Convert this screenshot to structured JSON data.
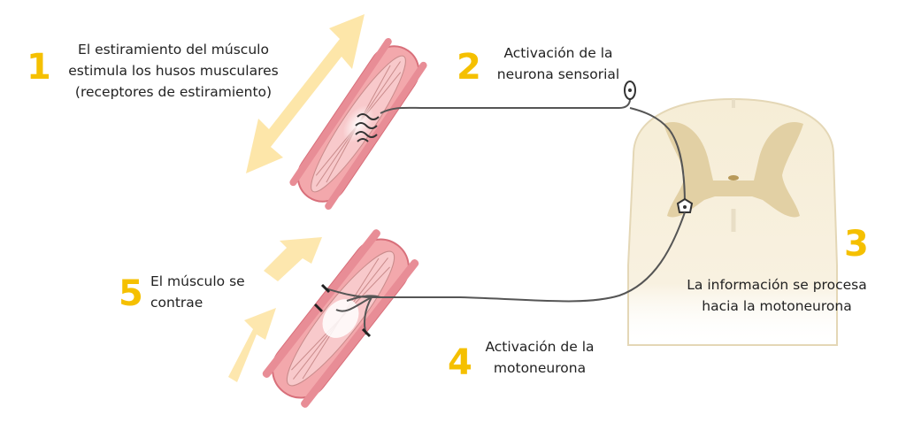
{
  "colors": {
    "accent": "#F5C000",
    "arrow": "#FDE3A0",
    "muscle": "#F3A8AC",
    "muscle_dark": "#D86F7A",
    "spinal_cord": "#F6EDD6",
    "grey_matter": "#E2D0A4",
    "nerve": "#555555"
  },
  "steps": [
    {
      "number": "1",
      "lines": [
        "El estiramiento del músculo",
        "estimula los husos musculares",
        "(receptores de estiramiento)"
      ]
    },
    {
      "number": "2",
      "lines": [
        "Activación de la",
        "neurona sensorial"
      ]
    },
    {
      "number": "3",
      "lines": [
        "La información se procesa",
        "hacia la motoneurona"
      ]
    },
    {
      "number": "4",
      "lines": [
        "Activación de la",
        "motoneurona"
      ]
    },
    {
      "number": "5",
      "lines": [
        "El músculo se",
        "contrae"
      ]
    }
  ]
}
